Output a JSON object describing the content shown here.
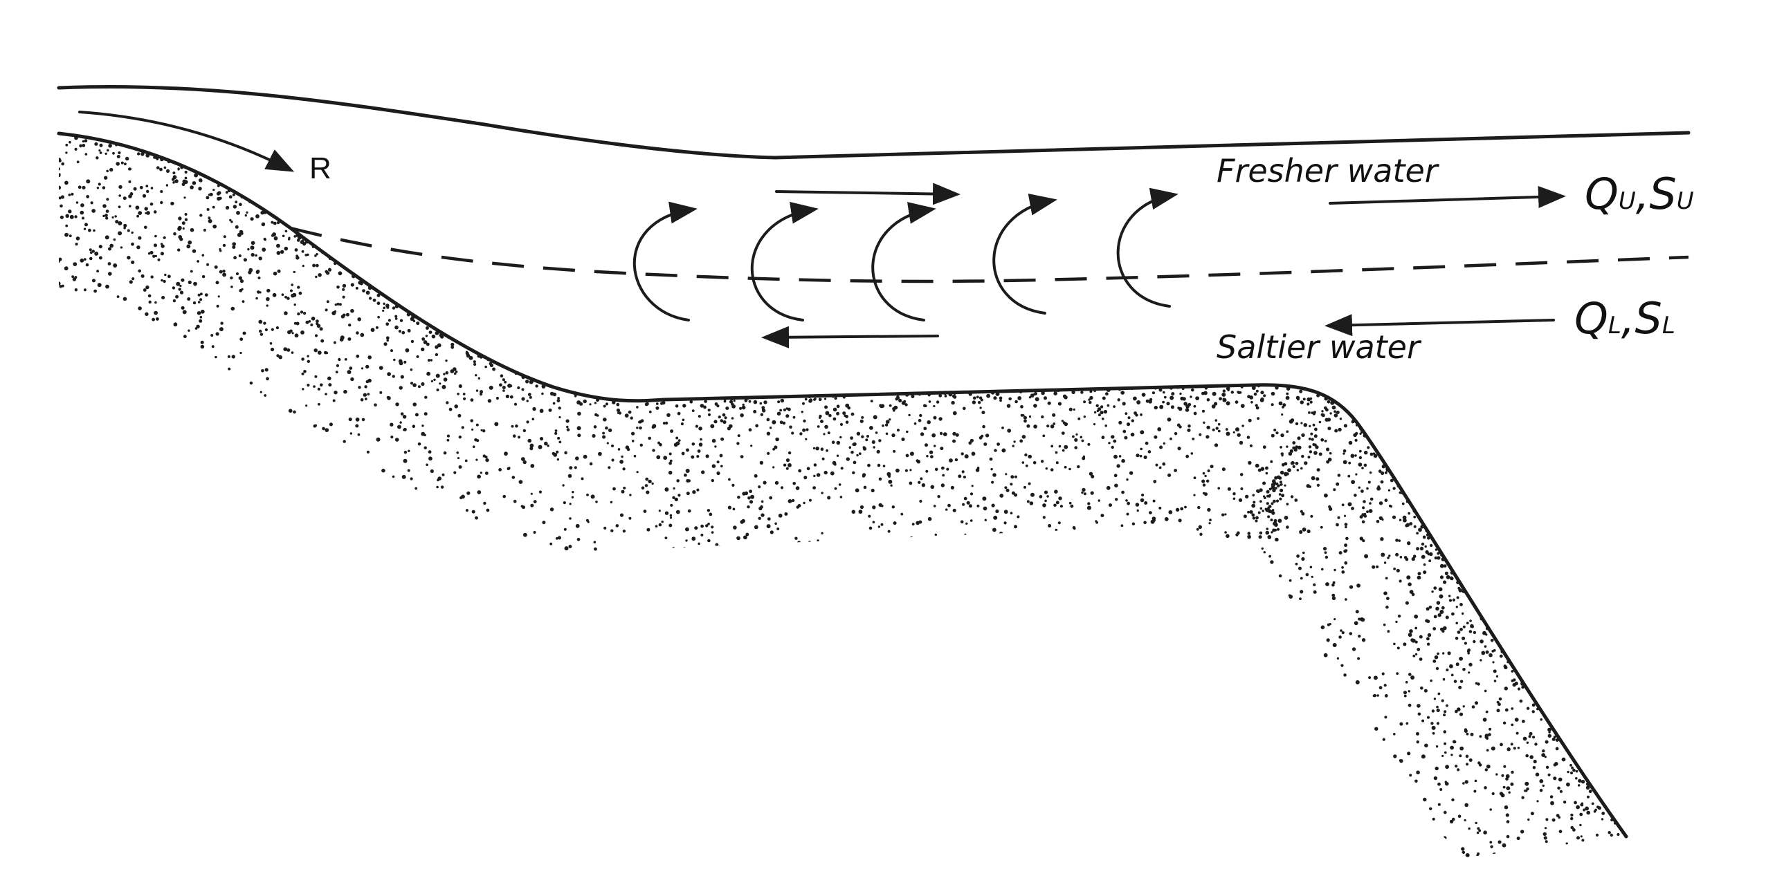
{
  "labels": {
    "r": "R",
    "fresher": "Fresher water",
    "saltier": "Saltier water",
    "upper_q": "Q",
    "upper_q_sub": "U",
    "upper_comma": ",",
    "upper_s": "S",
    "upper_s_sub": "U",
    "lower_q": "Q",
    "lower_q_sub": "L",
    "lower_comma": ",",
    "lower_s": "S",
    "lower_s_sub": "L"
  },
  "colors": {
    "ink": "#1c1c1c",
    "background": "#ffffff"
  }
}
